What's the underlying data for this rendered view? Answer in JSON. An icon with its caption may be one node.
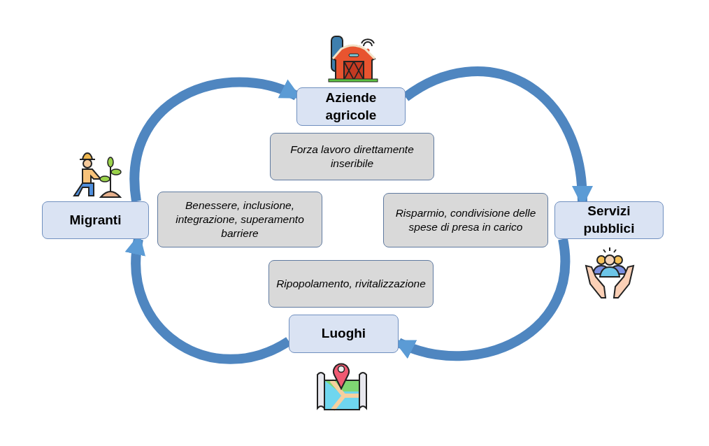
{
  "diagram": {
    "nodes": [
      {
        "text": [
          "Aziende agricole"
        ]
      },
      {
        "text": [
          "Forza lavoro direttamente inseribile"
        ]
      },
      {
        "text": [
          "Migranti"
        ]
      },
      {
        "text": [
          "Benessere, inclusione, integrazione, superamento barriere"
        ]
      },
      {
        "text": [
          "Risparmio, condivisione delle spese di presa in carico"
        ]
      },
      {
        "text": [
          "Servizi pubblici"
        ]
      },
      {
        "text": [
          "Ripopolamento, rivitalizzazione"
        ]
      },
      {
        "text": [
          "Luoghi"
        ]
      }
    ],
    "edges": [
      {
        "from": 2,
        "to": 0,
        "arrow": "to"
      },
      {
        "from": 0,
        "to": 5,
        "arrow": "to"
      },
      {
        "from": 5,
        "to": 7,
        "arrow": "to"
      },
      {
        "from": 7,
        "to": 2,
        "arrow": "to"
      }
    ]
  }
}
